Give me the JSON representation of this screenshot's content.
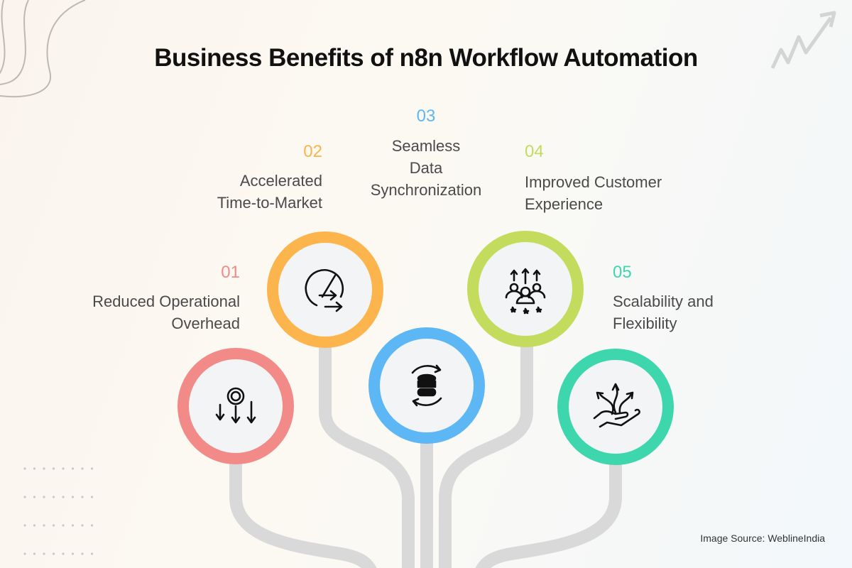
{
  "title": "Business Benefits of n8n Workflow Automation",
  "benefits": [
    {
      "number": "01",
      "label_lines": [
        "Reduced Operational",
        "Overhead"
      ],
      "color": "#f28b87",
      "icon": "cost-reduction-gear-icon"
    },
    {
      "number": "02",
      "label_lines": [
        "Accelerated",
        "Time-to-Market"
      ],
      "color": "#fbb54c",
      "icon": "speedometer-arrows-icon"
    },
    {
      "number": "03",
      "label_lines": [
        "Seamless",
        "Data",
        "Synchronization"
      ],
      "color": "#5db7f5",
      "icon": "database-sync-icon"
    },
    {
      "number": "04",
      "label_lines": [
        "Improved Customer",
        "Experience"
      ],
      "color": "#c3dc5e",
      "icon": "customers-rating-icon"
    },
    {
      "number": "05",
      "label_lines": [
        "Scalability and",
        "Flexibility"
      ],
      "color": "#3ed6ad",
      "icon": "hand-arrows-icon"
    }
  ],
  "source": "Image Source: WeblineIndia"
}
